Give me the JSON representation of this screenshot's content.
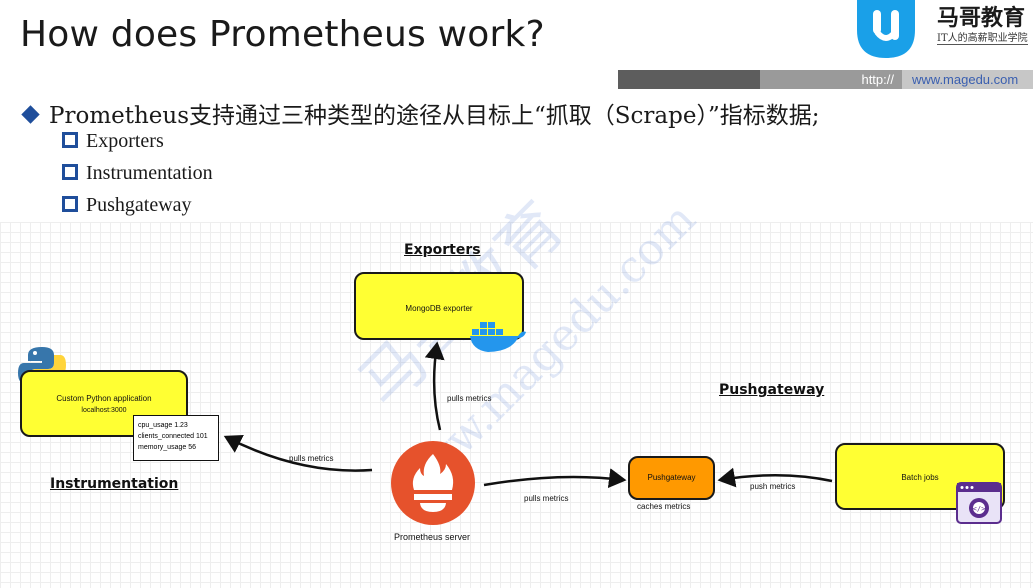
{
  "header": {
    "title": "How does Prometheus work?",
    "url_prefix": "http://",
    "url": "www.magedu.com",
    "brand": "马哥教育",
    "brand_tagline": "IT人的高薪职业学院"
  },
  "content": {
    "main_point": "Prometheus支持通过三种类型的途径从目标上“抓取（Scrape）”指标数据;",
    "sub_points": [
      "Exporters",
      "Instrumentation",
      "Pushgateway"
    ]
  },
  "diagram": {
    "sections": {
      "exporters": "Exporters",
      "instrumentation": "Instrumentation",
      "pushgateway": "Pushgateway"
    },
    "nodes": {
      "mongodb_exporter": "MongoDB exporter",
      "python_app": "Custom Python application",
      "python_host": "localhost:3000",
      "pushgateway": "Pushgateway",
      "batch_jobs": "Batch jobs",
      "prometheus_server": "Prometheus server"
    },
    "metrics": [
      "cpu_usage 1.23",
      "clients_connected 101",
      "memory_usage 56"
    ],
    "edges": {
      "pulls_exporter": "pulls metrics",
      "pulls_app": "pulls metrics",
      "pulls_gateway": "pulls metrics",
      "push": "push metrics",
      "caches": "caches metrics"
    }
  },
  "watermark": {
    "text_cn": "马哥教育",
    "text_en": "www.magedu.com"
  },
  "colors": {
    "node_fill": "#ffff33",
    "pushgateway_fill": "#ff9900",
    "prometheus_red": "#e6522c",
    "bullet_blue": "#1f4e9b",
    "logo_blue": "#1aa0e8"
  }
}
